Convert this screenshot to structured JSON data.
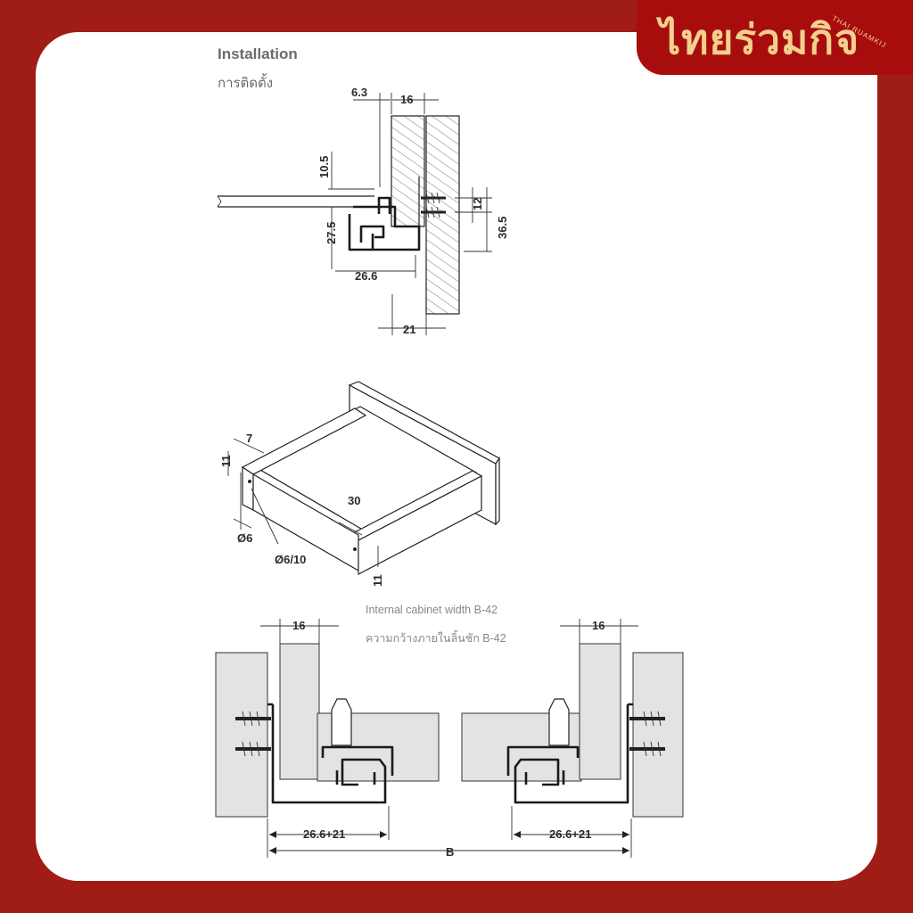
{
  "brand": {
    "name": "ไทยร่วมกิจ",
    "sub": "THAI RUAMKIJ"
  },
  "section": {
    "title": "Installation",
    "subtitle": "การติดตั้ง"
  },
  "top_diagram": {
    "dims": {
      "d_6_3": "6.3",
      "d_16": "16",
      "d_10_5": "10.5",
      "d_12": "12",
      "d_36_5": "36.5",
      "d_27_5": "27.5",
      "d_26_6": "26.6",
      "d_21": "21"
    }
  },
  "drawer_diagram": {
    "dims": {
      "d_7": "7",
      "d_11a": "11",
      "d_30": "30",
      "d_o6": "Ø6",
      "d_o6_10": "Ø6/10",
      "d_11b": "11"
    }
  },
  "bottom_diagram": {
    "note_en": "Internal cabinet width B-42",
    "note_th": "ความกว้างภายในลิ้นชัก B-42",
    "dims": {
      "left_16": "16",
      "right_16": "16",
      "left_sum": "26.6+21",
      "right_sum": "26.6+21",
      "total": "B"
    }
  },
  "colors": {
    "background": "#a01c16",
    "brand_bar": "#a80d0d",
    "brand_text": "#f3cf8e",
    "panel": "#ffffff",
    "wood": "#e3e3e3"
  }
}
